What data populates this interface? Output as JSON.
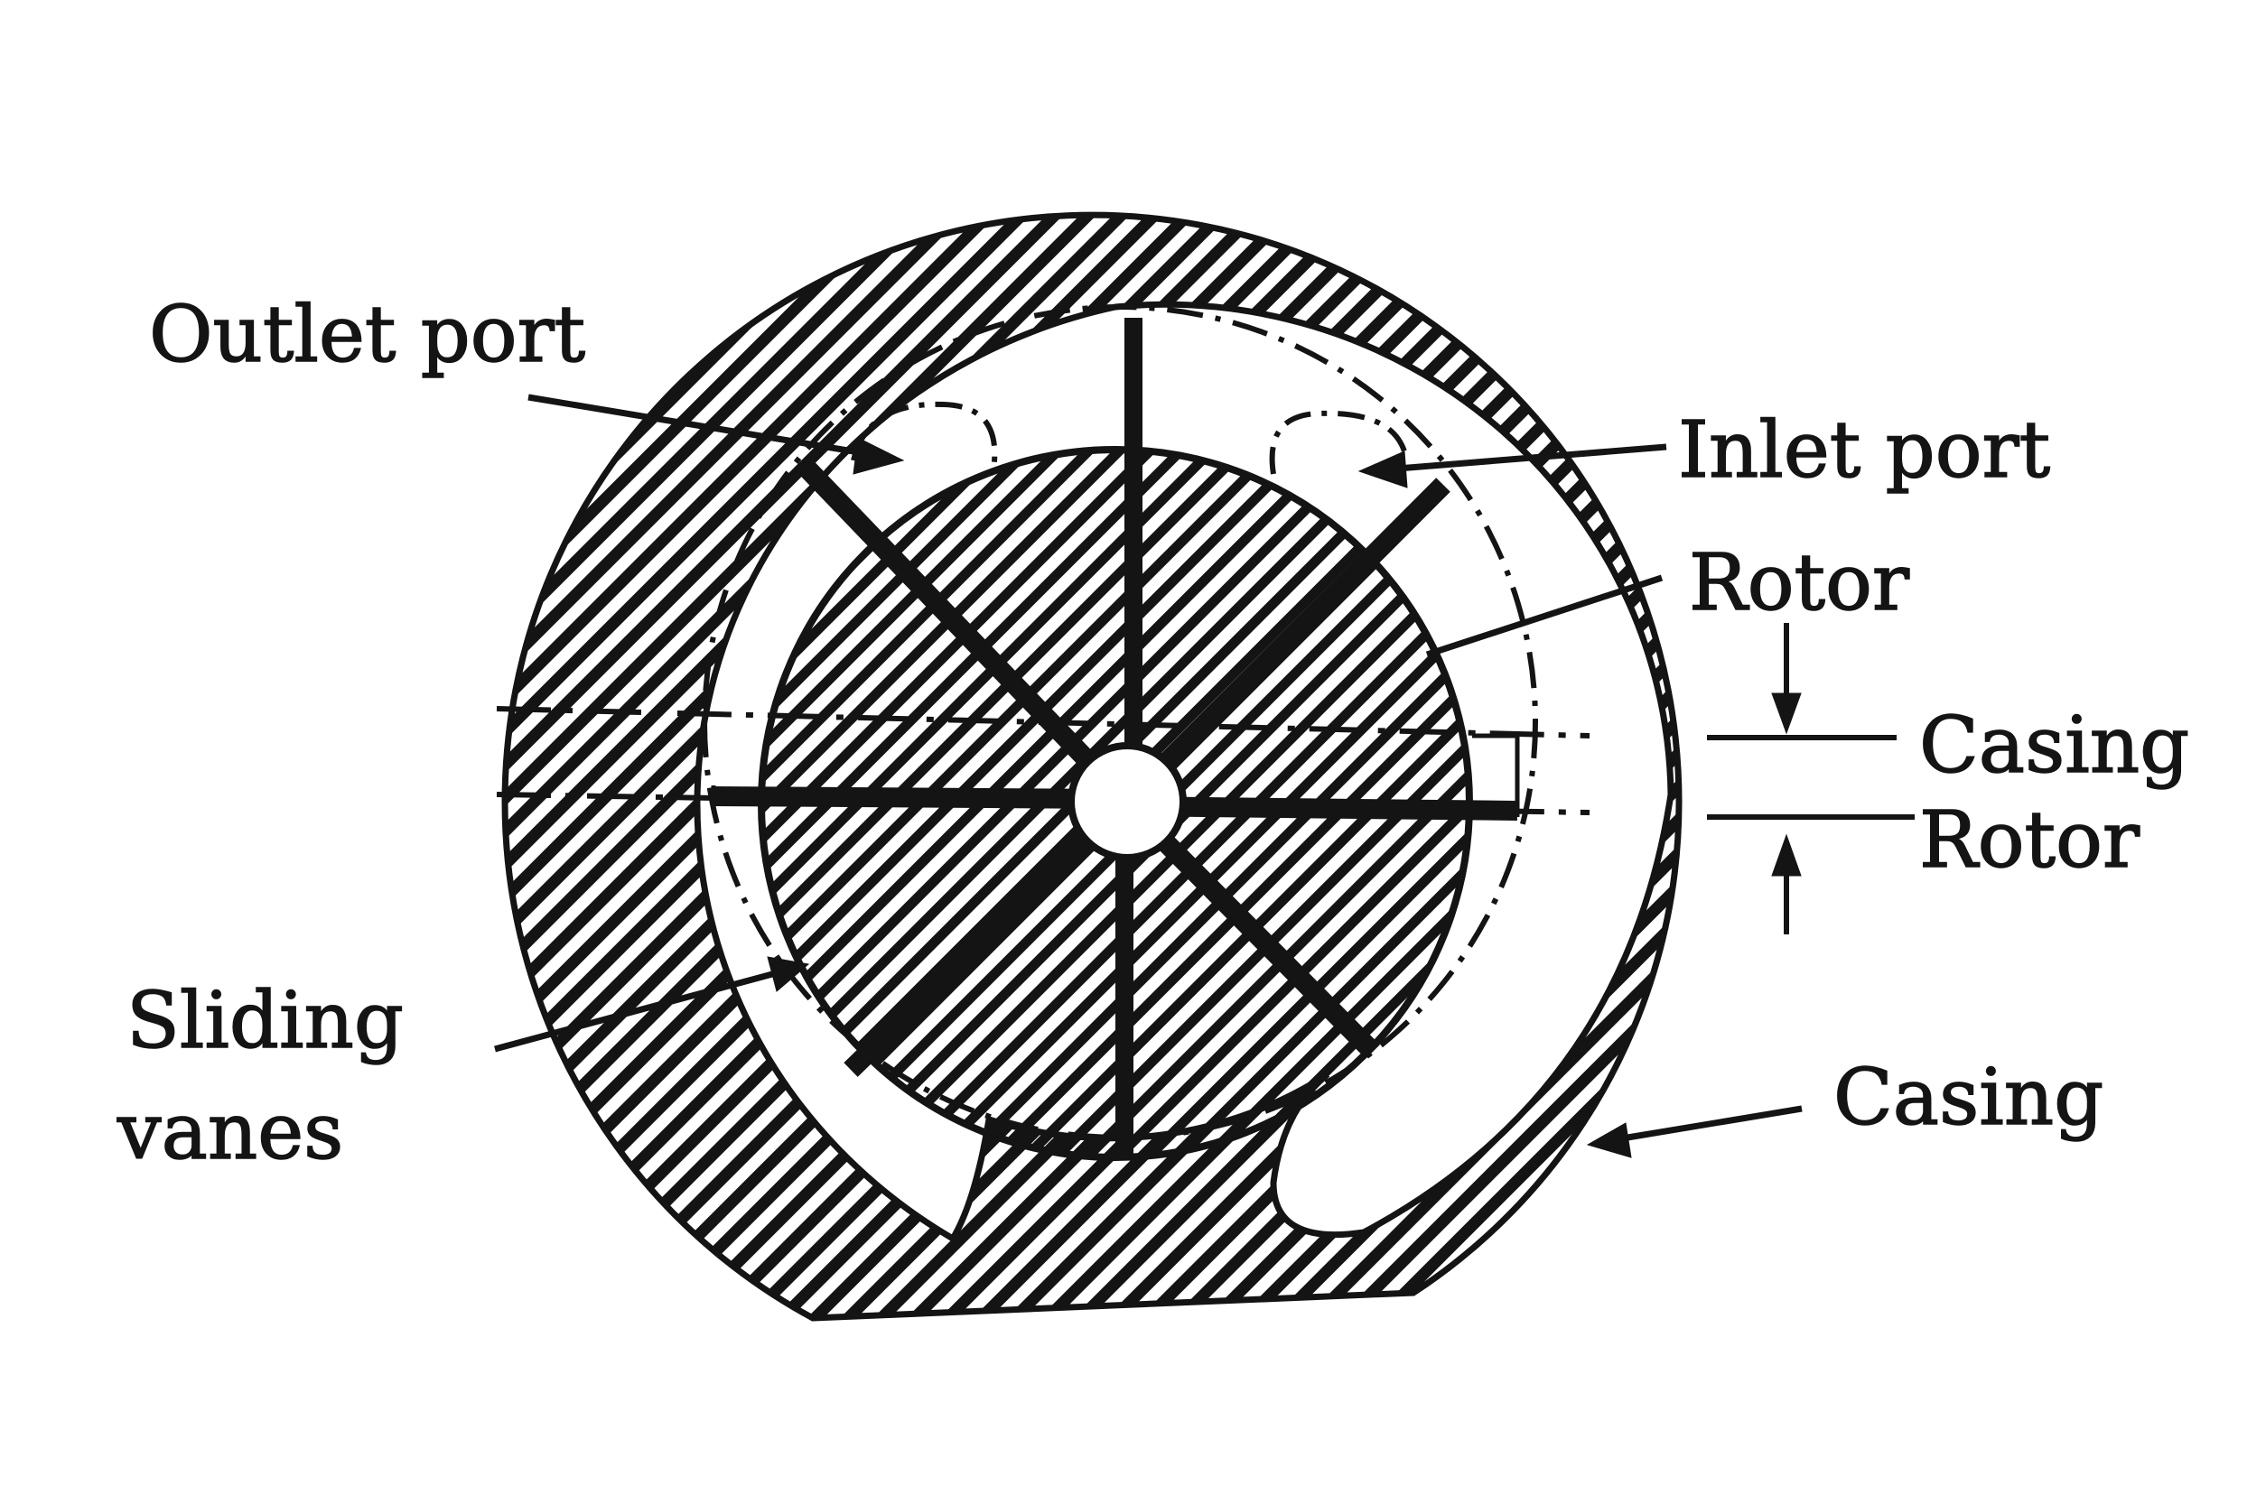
{
  "labels": {
    "outlet_port": "Outlet port",
    "inlet_port": "Inlet port",
    "rotor_top": "Rotor",
    "casing_mid": "Casing",
    "rotor_mid": "Rotor",
    "sliding": "Sliding",
    "vanes": "vanes",
    "casing_bottom": "Casing"
  },
  "colors": {
    "ink": "#141414",
    "paper": "#ffffff"
  }
}
